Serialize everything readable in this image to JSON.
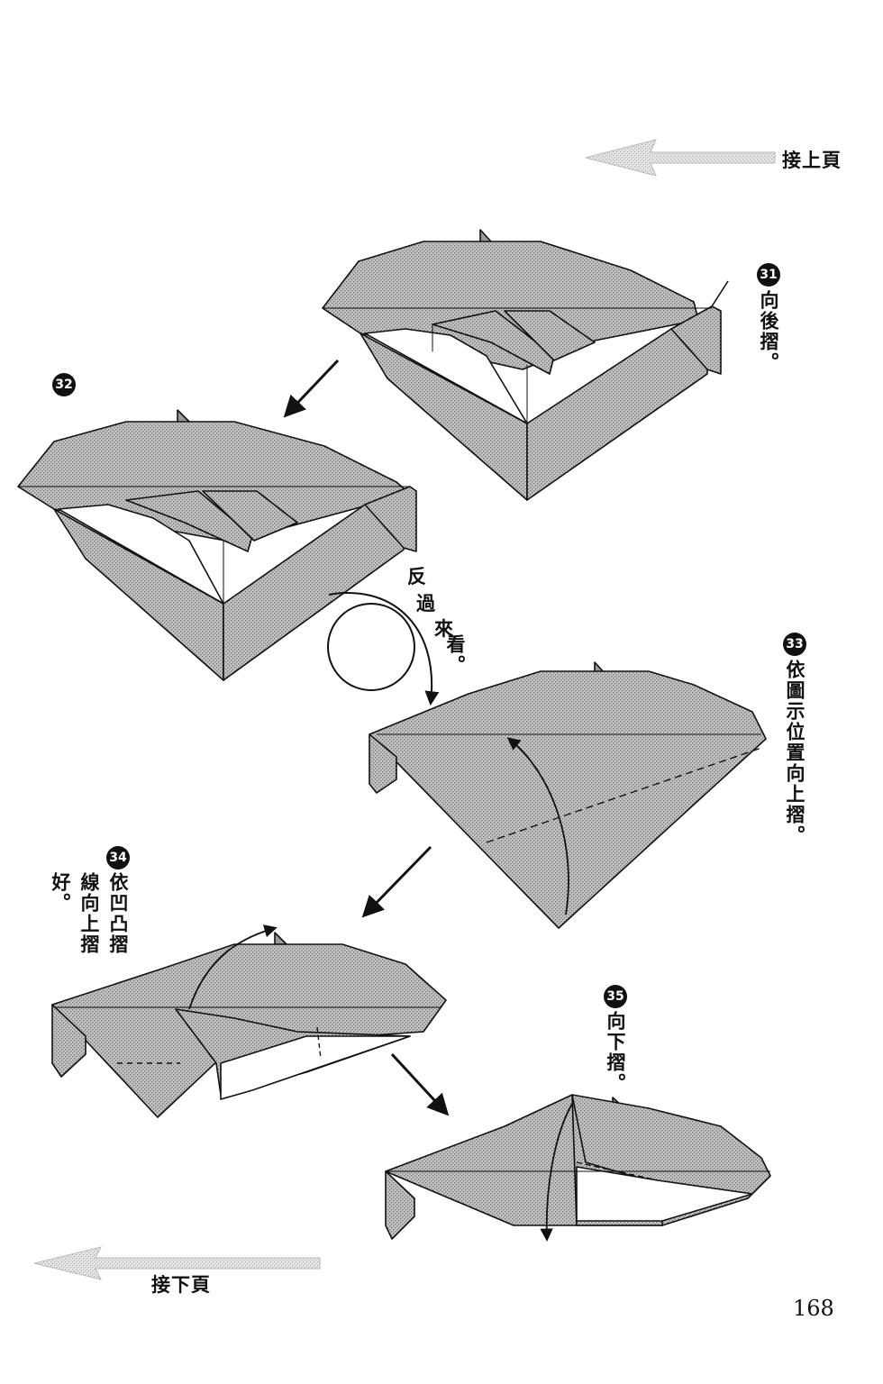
{
  "nav": {
    "continued_from": "接上頁",
    "continued_to": "接下頁"
  },
  "steps": [
    {
      "number": "31",
      "instruction": "向後摺。"
    },
    {
      "number": "32"
    },
    {
      "number": "33",
      "instruction": "依圖示位置向上摺。"
    },
    {
      "number": "34",
      "instruction_col1": "依凹凸摺",
      "instruction_col2": "線向上摺",
      "instruction_col3": "好。"
    },
    {
      "number": "35",
      "instruction": "向下摺。"
    }
  ],
  "flip_label": [
    "反",
    "過",
    "來",
    "看。"
  ],
  "page_number": "168",
  "colors": {
    "paper": "#bdbdbd",
    "paper_dark": "#8f8f8f",
    "line": "#111111",
    "nav_arrow": "#d9d9d9"
  }
}
